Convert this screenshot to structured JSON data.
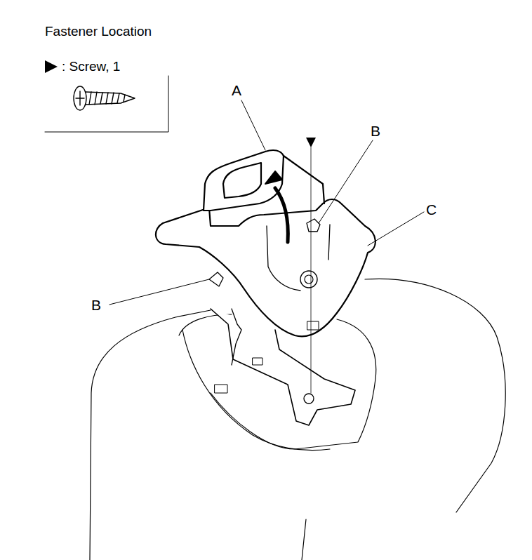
{
  "diagram": {
    "title": "Fastener Location",
    "labels": [
      "A",
      "B",
      "C",
      "B"
    ],
    "legend": [
      {
        "text": ": Screw, 1"
      }
    ]
  }
}
